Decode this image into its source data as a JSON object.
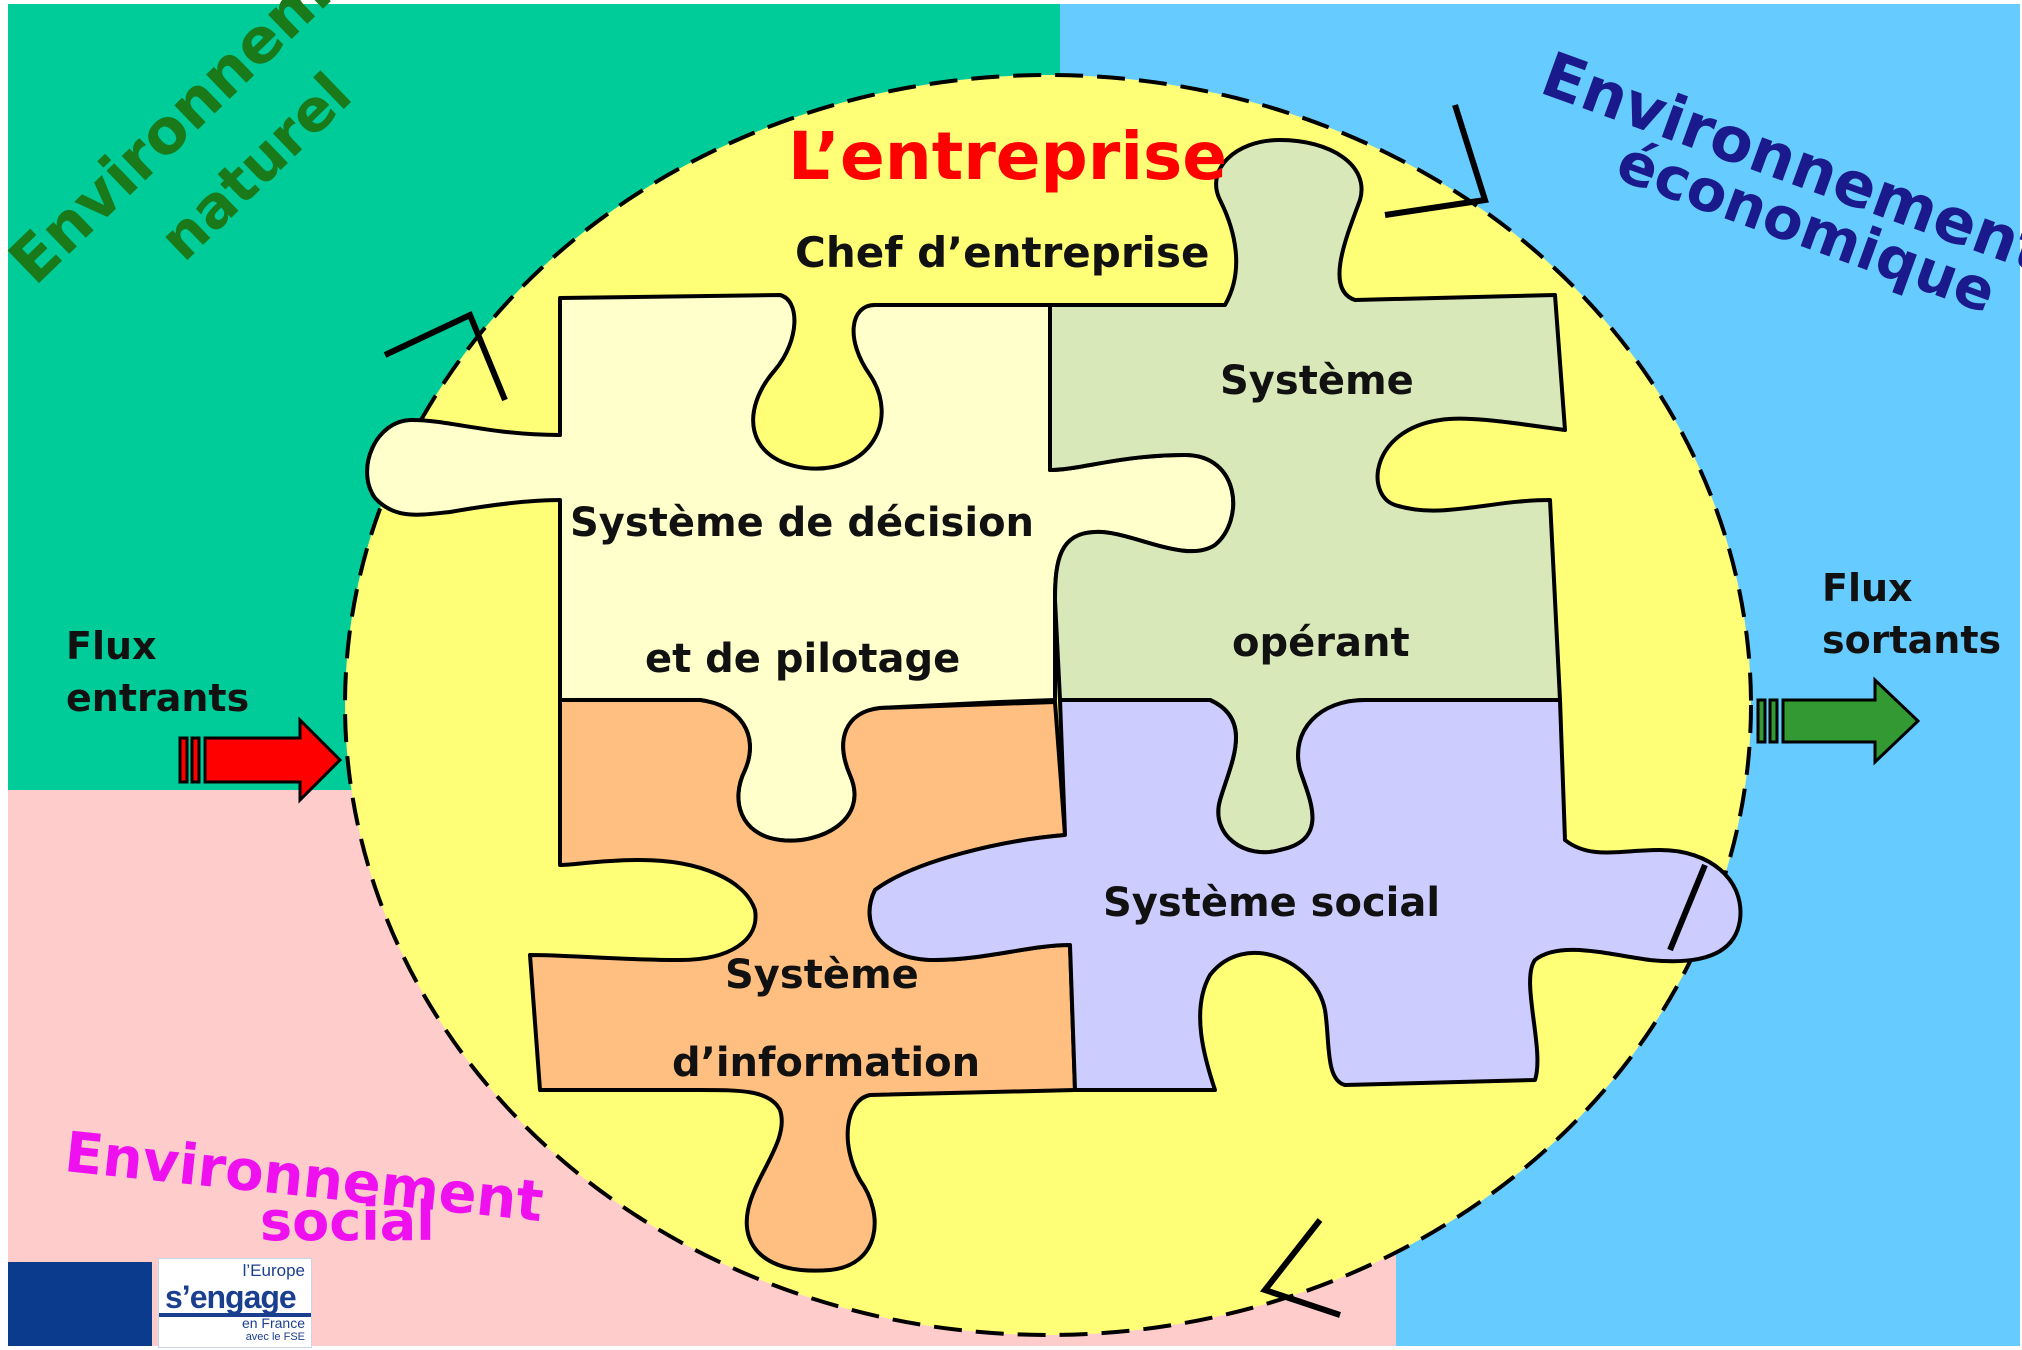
{
  "environments": {
    "naturel": {
      "line1": "Environnement",
      "line2": "naturel",
      "color": "#1a7a1a",
      "bg": "#00cc99"
    },
    "economique": {
      "line1": "Environnement",
      "line2": "économique",
      "color": "#1a1a8c",
      "bg": "#66ccff"
    },
    "social": {
      "line1": "Environnement",
      "line2": "social",
      "color": "#ee10ee",
      "bg": "#ffcccc"
    }
  },
  "enterprise": {
    "title": "L’entreprise",
    "title_color": "#ff0000",
    "fill": "#ffff77"
  },
  "pieces": {
    "chef": "Chef d’entreprise",
    "decision": {
      "line1": "Système de décision",
      "line2": "et de pilotage",
      "fill": "#ffffcc"
    },
    "operant": {
      "line1": "Système",
      "line2": "opérant",
      "fill": "#d8e8b8"
    },
    "information": {
      "line1": "Système",
      "line2": "d’information",
      "fill": "#ffbf80"
    },
    "social": {
      "line1": "Système social",
      "fill": "#ccccff"
    }
  },
  "flux": {
    "entrants": {
      "line1": "Flux",
      "line2": "entrants",
      "arrow_color": "#ff0000"
    },
    "sortants": {
      "line1": "Flux",
      "line2": "sortants",
      "arrow_color": "#339933"
    }
  },
  "logos": {
    "eu_flag": "eu-flag-icon",
    "europe_line1": "l’Europe",
    "europe_line2": "s’engage",
    "europe_line3": "en France",
    "europe_line4": "avec le FSE"
  }
}
